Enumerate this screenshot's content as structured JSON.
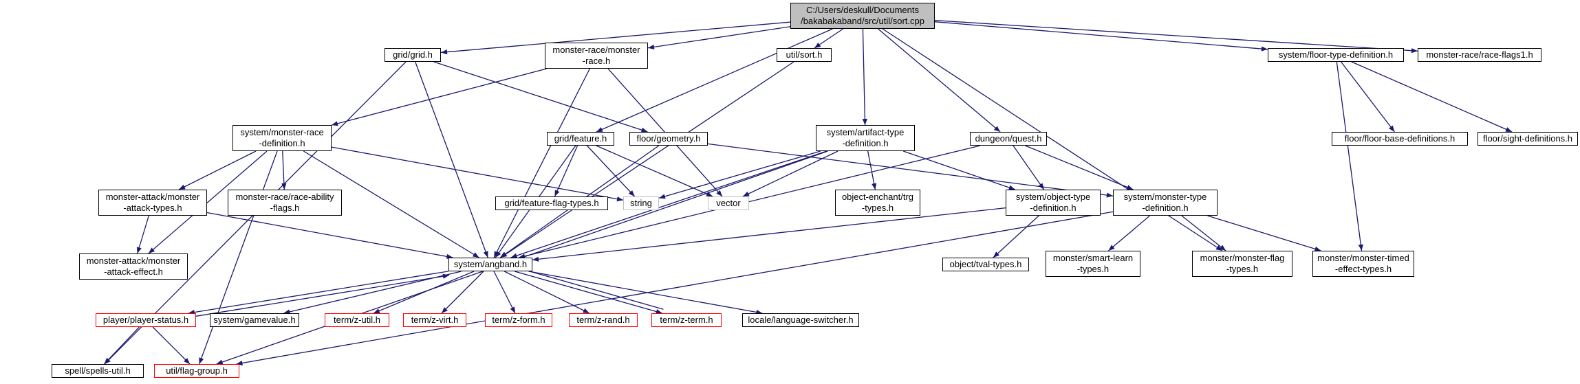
{
  "colors": {
    "edge": "#191970",
    "border": "#000000",
    "red_border": "#ff0000",
    "grey_border": "#bfbfbf",
    "root_fill": "#bfbfbf"
  },
  "nodes": {
    "sort_cpp": {
      "label": "C:/Users/deskull/Documents\n/bakabakaband/src/util/sort.cpp",
      "style": "root"
    },
    "grid_h": {
      "label": "grid/grid.h",
      "style": "normal"
    },
    "monster_race_h": {
      "label": "monster-race/monster\n-race.h",
      "style": "normal"
    },
    "util_sort_h": {
      "label": "util/sort.h",
      "style": "normal"
    },
    "floor_type_def_h": {
      "label": "system/floor-type-definition.h",
      "style": "normal"
    },
    "race_flags1_h": {
      "label": "monster-race/race-flags1.h",
      "style": "normal"
    },
    "sys_monster_race_def_h": {
      "label": "system/monster-race\n-definition.h",
      "style": "normal"
    },
    "grid_feature_h": {
      "label": "grid/feature.h",
      "style": "normal"
    },
    "floor_geometry_h": {
      "label": "floor/geometry.h",
      "style": "normal"
    },
    "artifact_type_def_h": {
      "label": "system/artifact-type\n-definition.h",
      "style": "normal"
    },
    "dungeon_quest_h": {
      "label": "dungeon/quest.h",
      "style": "normal"
    },
    "floor_base_def_h": {
      "label": "floor/floor-base-definitions.h",
      "style": "normal"
    },
    "sight_def_h": {
      "label": "floor/sight-definitions.h",
      "style": "normal"
    },
    "attack_types_h": {
      "label": "monster-attack/monster\n-attack-types.h",
      "style": "normal"
    },
    "race_ability_flags_h": {
      "label": "monster-race/race-ability\n-flags.h",
      "style": "normal"
    },
    "feature_flag_types_h": {
      "label": "grid/feature-flag-types.h",
      "style": "normal"
    },
    "string": {
      "label": "string",
      "style": "grey"
    },
    "vector": {
      "label": "vector",
      "style": "grey"
    },
    "object_enchant_h": {
      "label": "object-enchant/trg\n-types.h",
      "style": "normal"
    },
    "object_type_def_h": {
      "label": "system/object-type\n-definition.h",
      "style": "normal"
    },
    "monster_type_def_h": {
      "label": "system/monster-type\n-definition.h",
      "style": "normal"
    },
    "attack_effect_h": {
      "label": "monster-attack/monster\n-attack-effect.h",
      "style": "normal"
    },
    "angband_h": {
      "label": "system/angband.h",
      "style": "normal"
    },
    "tval_types_h": {
      "label": "object/tval-types.h",
      "style": "normal"
    },
    "smart_learn_h": {
      "label": "monster/smart-learn\n-types.h",
      "style": "normal"
    },
    "monster_flag_types_h": {
      "label": "monster/monster-flag\n-types.h",
      "style": "normal"
    },
    "monster_timed_h": {
      "label": "monster/monster-timed\n-effect-types.h",
      "style": "normal"
    },
    "player_status_h": {
      "label": "player/player-status.h",
      "style": "red"
    },
    "gamevalue_h": {
      "label": "system/gamevalue.h",
      "style": "normal"
    },
    "z_util_h": {
      "label": "term/z-util.h",
      "style": "red"
    },
    "z_virt_h": {
      "label": "term/z-virt.h",
      "style": "red"
    },
    "z_form_h": {
      "label": "term/z-form.h",
      "style": "red"
    },
    "z_rand_h": {
      "label": "term/z-rand.h",
      "style": "red"
    },
    "z_term_h": {
      "label": "term/z-term.h",
      "style": "red"
    },
    "language_switcher_h": {
      "label": "locale/language-switcher.h",
      "style": "normal"
    },
    "spells_util_h": {
      "label": "spell/spells-util.h",
      "style": "normal"
    },
    "flag_group_h": {
      "label": "util/flag-group.h",
      "style": "red"
    }
  },
  "edges": [
    [
      "sort_cpp",
      "grid_h"
    ],
    [
      "sort_cpp",
      "monster_race_h"
    ],
    [
      "sort_cpp",
      "util_sort_h"
    ],
    [
      "sort_cpp",
      "grid_feature_h"
    ],
    [
      "sort_cpp",
      "artifact_type_def_h"
    ],
    [
      "sort_cpp",
      "dungeon_quest_h"
    ],
    [
      "sort_cpp",
      "floor_type_def_h"
    ],
    [
      "sort_cpp",
      "race_flags1_h"
    ],
    [
      "sort_cpp",
      "monster_flag_types_h"
    ],
    [
      "grid_h",
      "floor_geometry_h"
    ],
    [
      "grid_h",
      "angband_h"
    ],
    [
      "grid_h",
      "spells_util_h"
    ],
    [
      "monster_race_h",
      "sys_monster_race_def_h"
    ],
    [
      "monster_race_h",
      "angband_h"
    ],
    [
      "monster_race_h",
      "vector"
    ],
    [
      "util_sort_h",
      "angband_h"
    ],
    [
      "floor_type_def_h",
      "floor_base_def_h"
    ],
    [
      "floor_type_def_h",
      "sight_def_h"
    ],
    [
      "floor_type_def_h",
      "monster_timed_h"
    ],
    [
      "sys_monster_race_def_h",
      "attack_types_h"
    ],
    [
      "sys_monster_race_def_h",
      "race_ability_flags_h"
    ],
    [
      "sys_monster_race_def_h",
      "attack_effect_h"
    ],
    [
      "sys_monster_race_def_h",
      "string"
    ],
    [
      "sys_monster_race_def_h",
      "angband_h"
    ],
    [
      "sys_monster_race_def_h",
      "flag_group_h"
    ],
    [
      "grid_feature_h",
      "feature_flag_types_h"
    ],
    [
      "grid_feature_h",
      "string"
    ],
    [
      "grid_feature_h",
      "vector"
    ],
    [
      "grid_feature_h",
      "angband_h"
    ],
    [
      "floor_geometry_h",
      "angband_h"
    ],
    [
      "floor_geometry_h",
      "monster_type_def_h"
    ],
    [
      "artifact_type_def_h",
      "string"
    ],
    [
      "artifact_type_def_h",
      "vector"
    ],
    [
      "artifact_type_def_h",
      "object_enchant_h"
    ],
    [
      "artifact_type_def_h",
      "object_type_def_h"
    ],
    [
      "artifact_type_def_h",
      "angband_h"
    ],
    [
      "artifact_type_def_h",
      "flag_group_h"
    ],
    [
      "dungeon_quest_h",
      "object_type_def_h"
    ],
    [
      "dungeon_quest_h",
      "monster_type_def_h"
    ],
    [
      "dungeon_quest_h",
      "angband_h"
    ],
    [
      "attack_types_h",
      "attack_effect_h"
    ],
    [
      "attack_types_h",
      "angband_h"
    ],
    [
      "object_type_def_h",
      "tval_types_h"
    ],
    [
      "object_type_def_h",
      "angband_h"
    ],
    [
      "monster_type_def_h",
      "smart_learn_h"
    ],
    [
      "monster_type_def_h",
      "monster_flag_types_h"
    ],
    [
      "monster_type_def_h",
      "monster_timed_h"
    ],
    [
      "monster_type_def_h",
      "flag_group_h"
    ],
    [
      "angband_h",
      "player_status_h"
    ],
    [
      "angband_h",
      "gamevalue_h"
    ],
    [
      "angband_h",
      "z_util_h"
    ],
    [
      "angband_h",
      "z_virt_h"
    ],
    [
      "angband_h",
      "z_form_h"
    ],
    [
      "angband_h",
      "z_rand_h"
    ],
    [
      "angband_h",
      "z_term_h"
    ],
    [
      "angband_h",
      "language_switcher_h"
    ],
    [
      "player_status_h",
      "angband_h"
    ],
    [
      "z_term_h",
      "angband_h"
    ],
    [
      "player_status_h",
      "spells_util_h"
    ],
    [
      "player_status_h",
      "flag_group_h"
    ]
  ]
}
